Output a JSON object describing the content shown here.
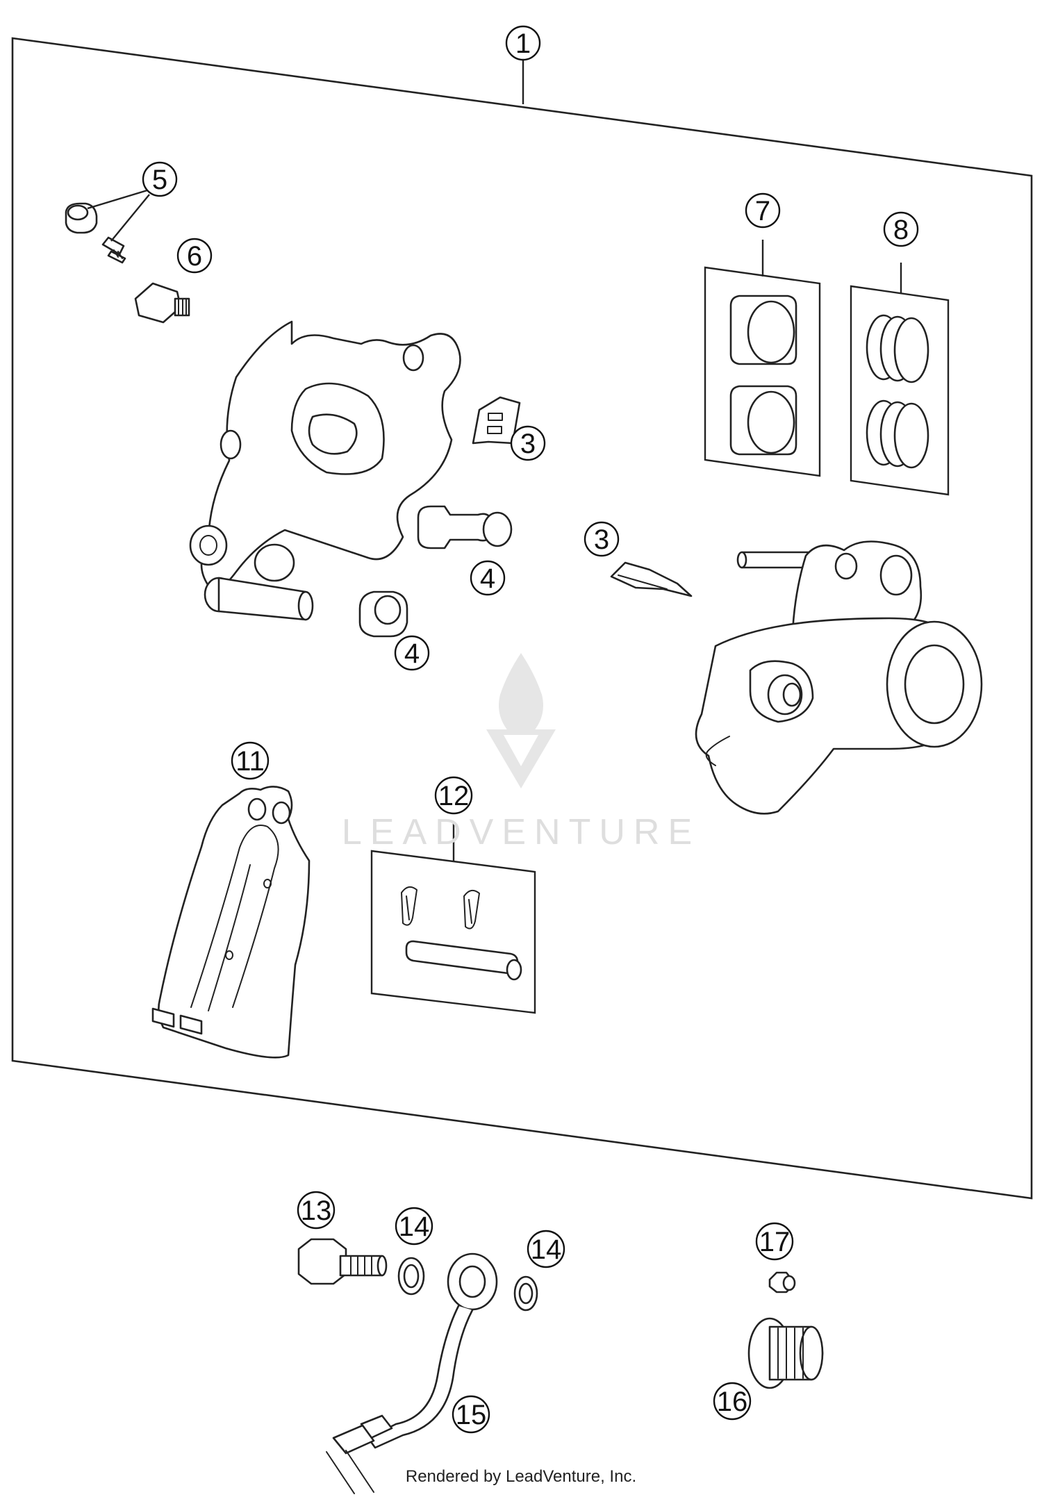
{
  "callouts": [
    "1",
    "3",
    "3",
    "4",
    "4",
    "5",
    "6",
    "7",
    "8",
    "11",
    "12",
    "13",
    "14",
    "14",
    "15",
    "16",
    "17"
  ],
  "watermark": {
    "text": "LEADVENTURE"
  },
  "footer": {
    "text": "Rendered by LeadVenture, Inc."
  }
}
